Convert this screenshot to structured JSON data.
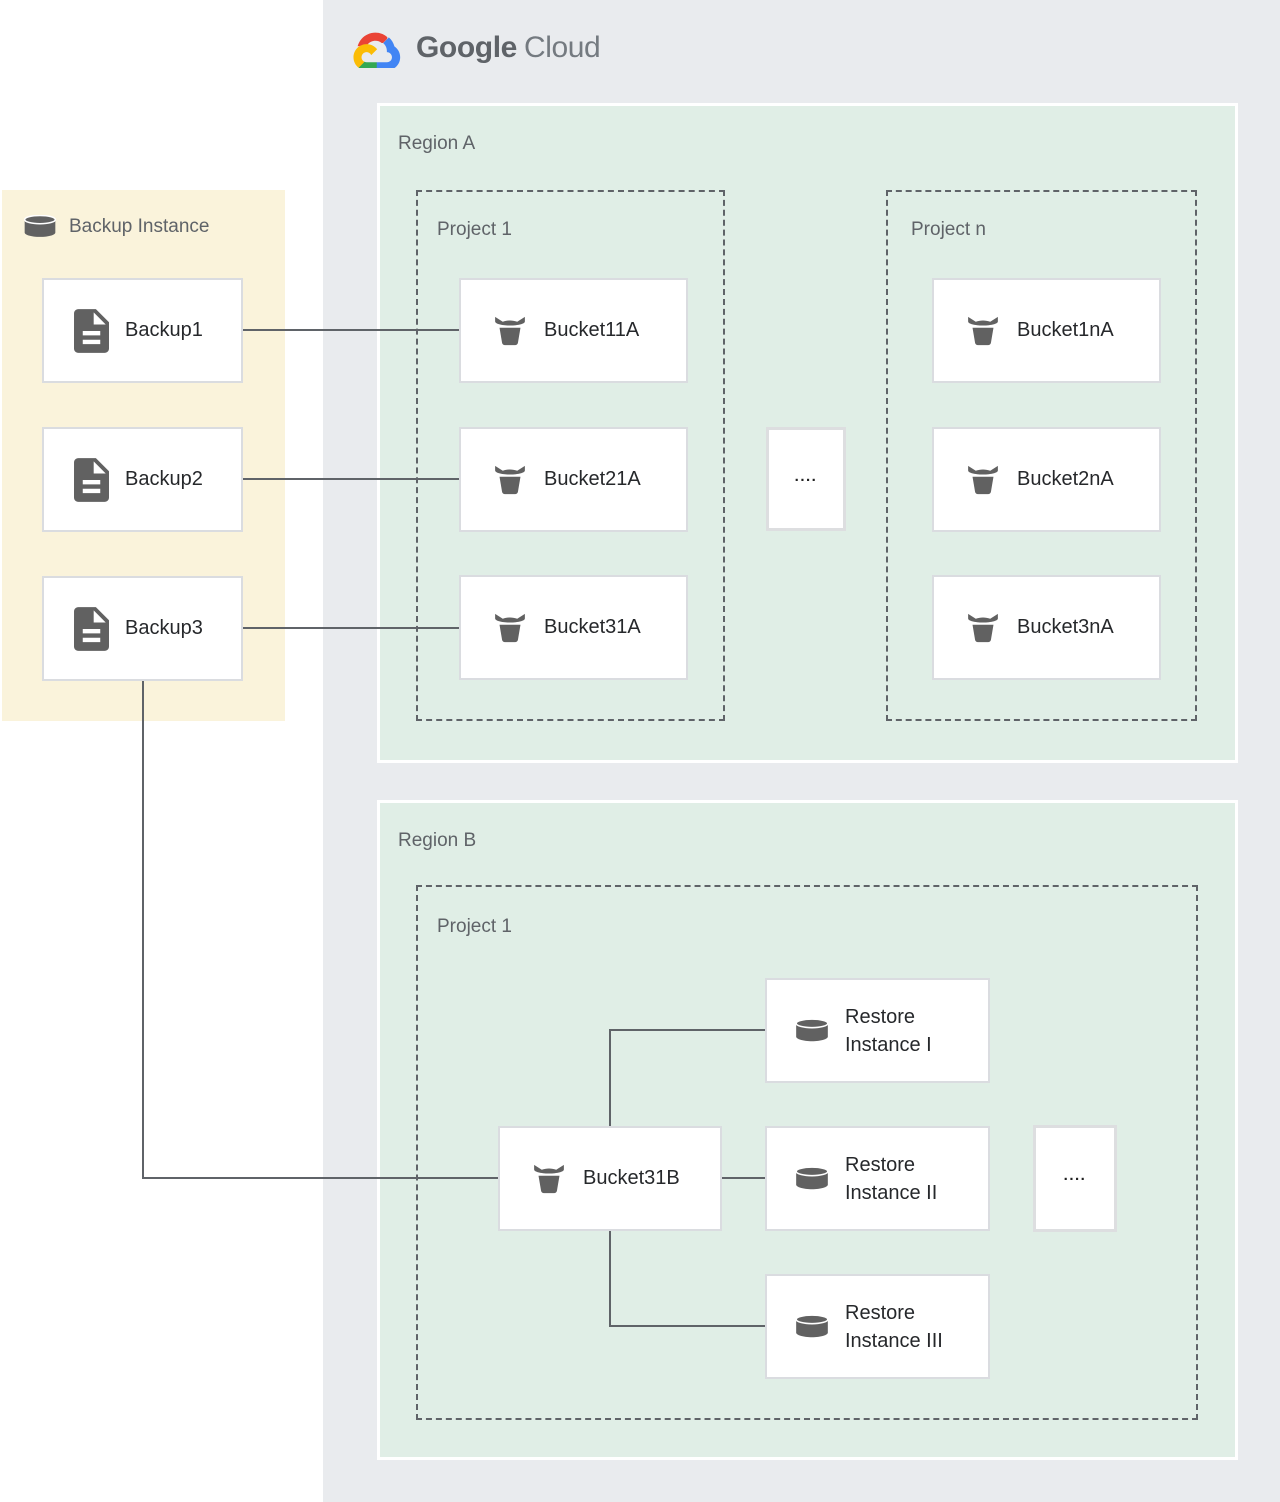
{
  "logo": {
    "brand": "Google",
    "product": "Cloud"
  },
  "backup_panel": {
    "title": "Backup Instance",
    "items": [
      {
        "label": "Backup1"
      },
      {
        "label": "Backup2"
      },
      {
        "label": "Backup3"
      }
    ]
  },
  "region_a": {
    "label": "Region A",
    "project_1": {
      "label": "Project 1",
      "buckets": [
        {
          "label": "Bucket11A"
        },
        {
          "label": "Bucket21A"
        },
        {
          "label": "Bucket31A"
        }
      ]
    },
    "ellipsis": "....",
    "project_n": {
      "label": "Project n",
      "buckets": [
        {
          "label": "Bucket1nA"
        },
        {
          "label": "Bucket2nA"
        },
        {
          "label": "Bucket3nA"
        }
      ]
    }
  },
  "region_b": {
    "label": "Region B",
    "project_1": {
      "label": "Project 1"
    },
    "bucket": {
      "label": "Bucket31B"
    },
    "restore_instances": [
      {
        "label": "Restore Instance I"
      },
      {
        "label": "Restore Instance II"
      },
      {
        "label": "Restore Instance III"
      }
    ],
    "ellipsis": "...."
  },
  "colors": {
    "backup_panel_bg": "#FAF3DB",
    "cloud_panel_bg": "#E9EBEE",
    "region_bg": "#E0EEE6",
    "node_border": "#DADCE0",
    "dashed_border": "#5F6368",
    "connector": "#5F6368",
    "icon_gray": "#616161",
    "label_gray": "#5F6368",
    "node_label": "#26282B",
    "logo_red": "#EA4335",
    "logo_blue": "#4285F4",
    "logo_green": "#34A853",
    "logo_yellow": "#FBBC05"
  }
}
